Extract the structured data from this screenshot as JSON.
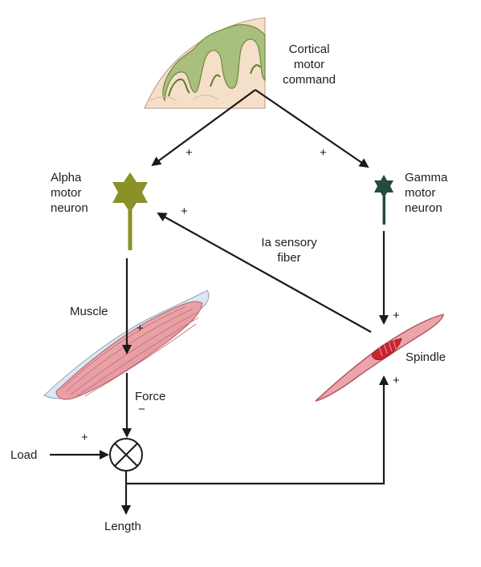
{
  "labels": {
    "cortical": [
      "Cortical",
      "motor",
      "command"
    ],
    "alpha": [
      "Alpha",
      "motor",
      "neuron"
    ],
    "gamma": [
      "Gamma",
      "motor",
      "neuron"
    ],
    "ia_fiber": [
      "Ia sensory",
      "fiber"
    ],
    "muscle": "Muscle",
    "force": "Force",
    "spindle": "Spindle",
    "load": "Load",
    "length": "Length"
  },
  "signs": {
    "cortex_to_alpha": "+",
    "cortex_to_gamma": "+",
    "ia_to_alpha": "+",
    "alpha_to_muscle": "+",
    "force_to_sum": "−",
    "load_to_sum": "+",
    "gamma_to_spindle": "+",
    "length_to_spindle": "+"
  },
  "colors": {
    "cortex_gray_matter": "#a9bf7e",
    "cortex_white_matter": "#f6dfc9",
    "alpha_neuron": "#8a9128",
    "gamma_neuron": "#234c3e",
    "muscle": "#e8a0a6",
    "spindle_core": "#c9262e",
    "arrows": "#1a1a1a"
  }
}
